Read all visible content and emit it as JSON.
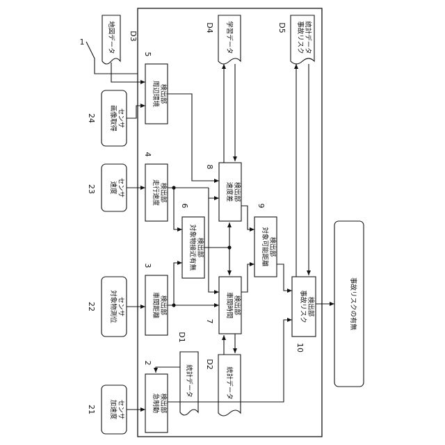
{
  "sensors": {
    "s21": {
      "ref": "21",
      "line1": "加速度",
      "line2": "センサ"
    },
    "s22": {
      "ref": "22",
      "line1": "対象物測位",
      "line2": "センサ"
    },
    "s23": {
      "ref": "23",
      "line1": "速度",
      "line2": "センサ"
    },
    "s24": {
      "ref": "24",
      "line1": "画像取得",
      "line2": "センサ"
    }
  },
  "units": {
    "u2": {
      "ref": "2",
      "line1": "急制動",
      "line2": "検出部"
    },
    "u3": {
      "ref": "3",
      "line1": "車間距離",
      "line2": "検出部"
    },
    "u4": {
      "ref": "4",
      "line1": "走行速度",
      "line2": "検出部"
    },
    "u5": {
      "ref": "5",
      "line1": "周辺環境",
      "line2": "検出部"
    },
    "u6": {
      "ref": "6",
      "line1": "対象物接近有無",
      "line2": "検出部"
    },
    "u7": {
      "ref": "7",
      "line1": "車間時間",
      "line2": "検出部"
    },
    "u8": {
      "ref": "8",
      "line1": "速度差",
      "line2": "検出部"
    },
    "u9": {
      "ref": "9",
      "line1": "対象可能距離",
      "line2": "検出部"
    },
    "u10": {
      "ref": "10",
      "line1": "事故リスク",
      "line2": "検出部"
    }
  },
  "data_stores": {
    "d1": {
      "ref": "D1",
      "line1": "統計データ",
      "line2": ""
    },
    "d2": {
      "ref": "D2",
      "line1": "統計データ",
      "line2": ""
    },
    "d3": {
      "ref": "D3",
      "line1": "地図データ",
      "line2": ""
    },
    "d4": {
      "ref": "D4",
      "line1": "学習データ",
      "line2": ""
    },
    "d5": {
      "ref": "D5",
      "line1": "事故リスク",
      "line2": "統計データ"
    }
  },
  "system": {
    "ref": "1"
  },
  "output": {
    "label": "事故リスクの有無"
  }
}
